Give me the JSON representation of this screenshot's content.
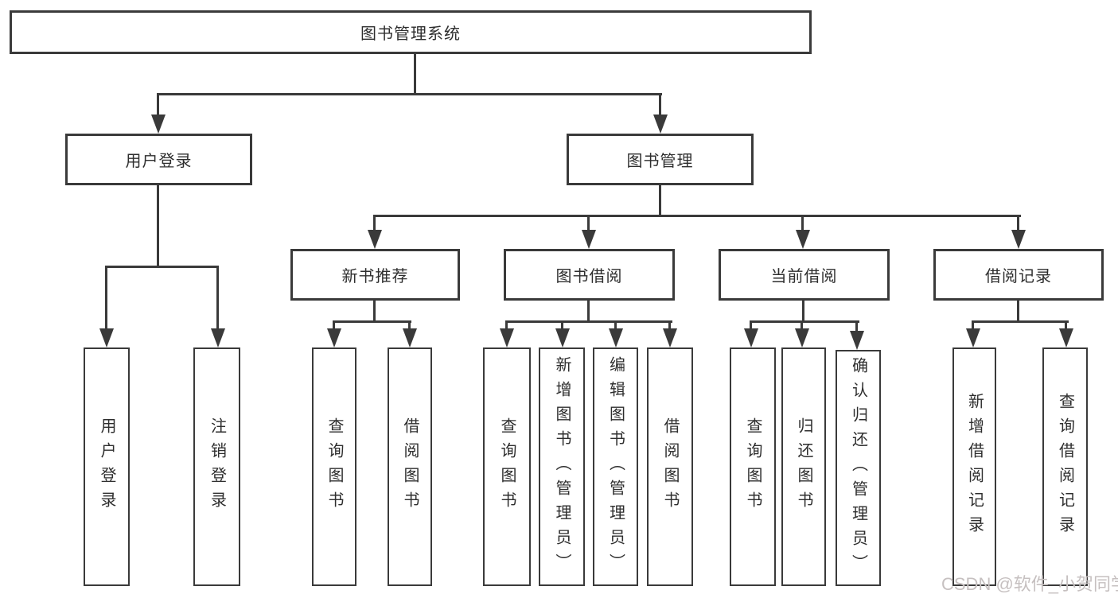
{
  "diagram": {
    "root": {
      "label": "图书管理系统"
    },
    "branches": [
      {
        "label": "用户登录",
        "children": [
          {
            "label": "用户登录"
          },
          {
            "label": "注销登录"
          }
        ]
      },
      {
        "label": "图书管理",
        "children": [
          {
            "label": "新书推荐",
            "children": [
              {
                "label": "查询图书"
              },
              {
                "label": "借阅图书"
              }
            ]
          },
          {
            "label": "图书借阅",
            "children": [
              {
                "label": "查询图书"
              },
              {
                "label": "新增图书（管理员）"
              },
              {
                "label": "编辑图书（管理员）"
              },
              {
                "label": "借阅图书"
              }
            ]
          },
          {
            "label": "当前借阅",
            "children": [
              {
                "label": "查询图书"
              },
              {
                "label": "归还图书"
              },
              {
                "label": "确认归还（管理员）"
              }
            ]
          },
          {
            "label": "借阅记录",
            "children": [
              {
                "label": "新增借阅记录"
              },
              {
                "label": "查询借阅记录"
              }
            ]
          }
        ]
      }
    ]
  },
  "watermark": {
    "text": "CSDN @软件_小贺同学"
  },
  "colors": {
    "line": "#3a3a3a",
    "box_border": "#3a3a3a",
    "text": "#2e2e2e",
    "watermark": "#c6c0c0",
    "background": "#ffffff"
  }
}
